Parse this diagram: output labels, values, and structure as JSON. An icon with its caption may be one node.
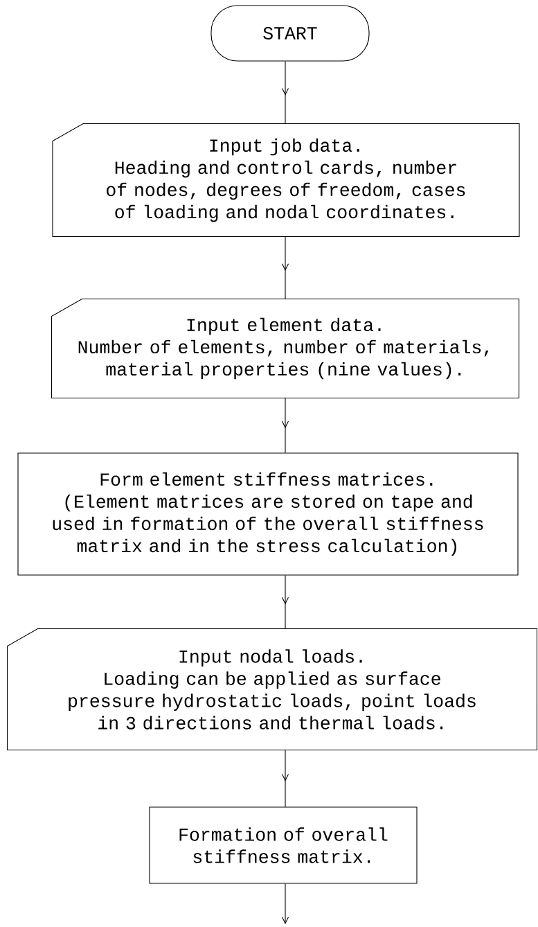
{
  "diagram": {
    "nodes": [
      {
        "text": [
          "START"
        ]
      },
      {
        "text": [
          "Input job data.",
          "Heading and control cards, number of nodes, degrees of freedom, cases of loading and nodal coordinates."
        ]
      },
      {
        "text": [
          "Input element data.",
          "Number of elements, number of materials, material properties (nine values)."
        ]
      },
      {
        "text": [
          "Form element stiffness matrices.",
          "(Element matrices are stored on tape and used in formation of the overall stiffness matrix and in the stress calculation)"
        ]
      },
      {
        "text": [
          "Input nodal loads.",
          "Loading can be applied as surface pressure hydrostatic loads, point loads in 3 directions and thermal loads."
        ]
      },
      {
        "text": [
          "Formation of overall stiffness matrix."
        ]
      }
    ],
    "edges": [
      {
        "from": 0,
        "to": 1,
        "arrow": "to"
      },
      {
        "from": 1,
        "to": 2,
        "arrow": "to"
      },
      {
        "from": 2,
        "to": 3,
        "arrow": "to"
      },
      {
        "from": 3,
        "to": 4,
        "arrow": "to"
      },
      {
        "from": 4,
        "to": 5,
        "arrow": "to"
      },
      {
        "from": 5,
        "to": null,
        "arrow": "to"
      }
    ]
  }
}
